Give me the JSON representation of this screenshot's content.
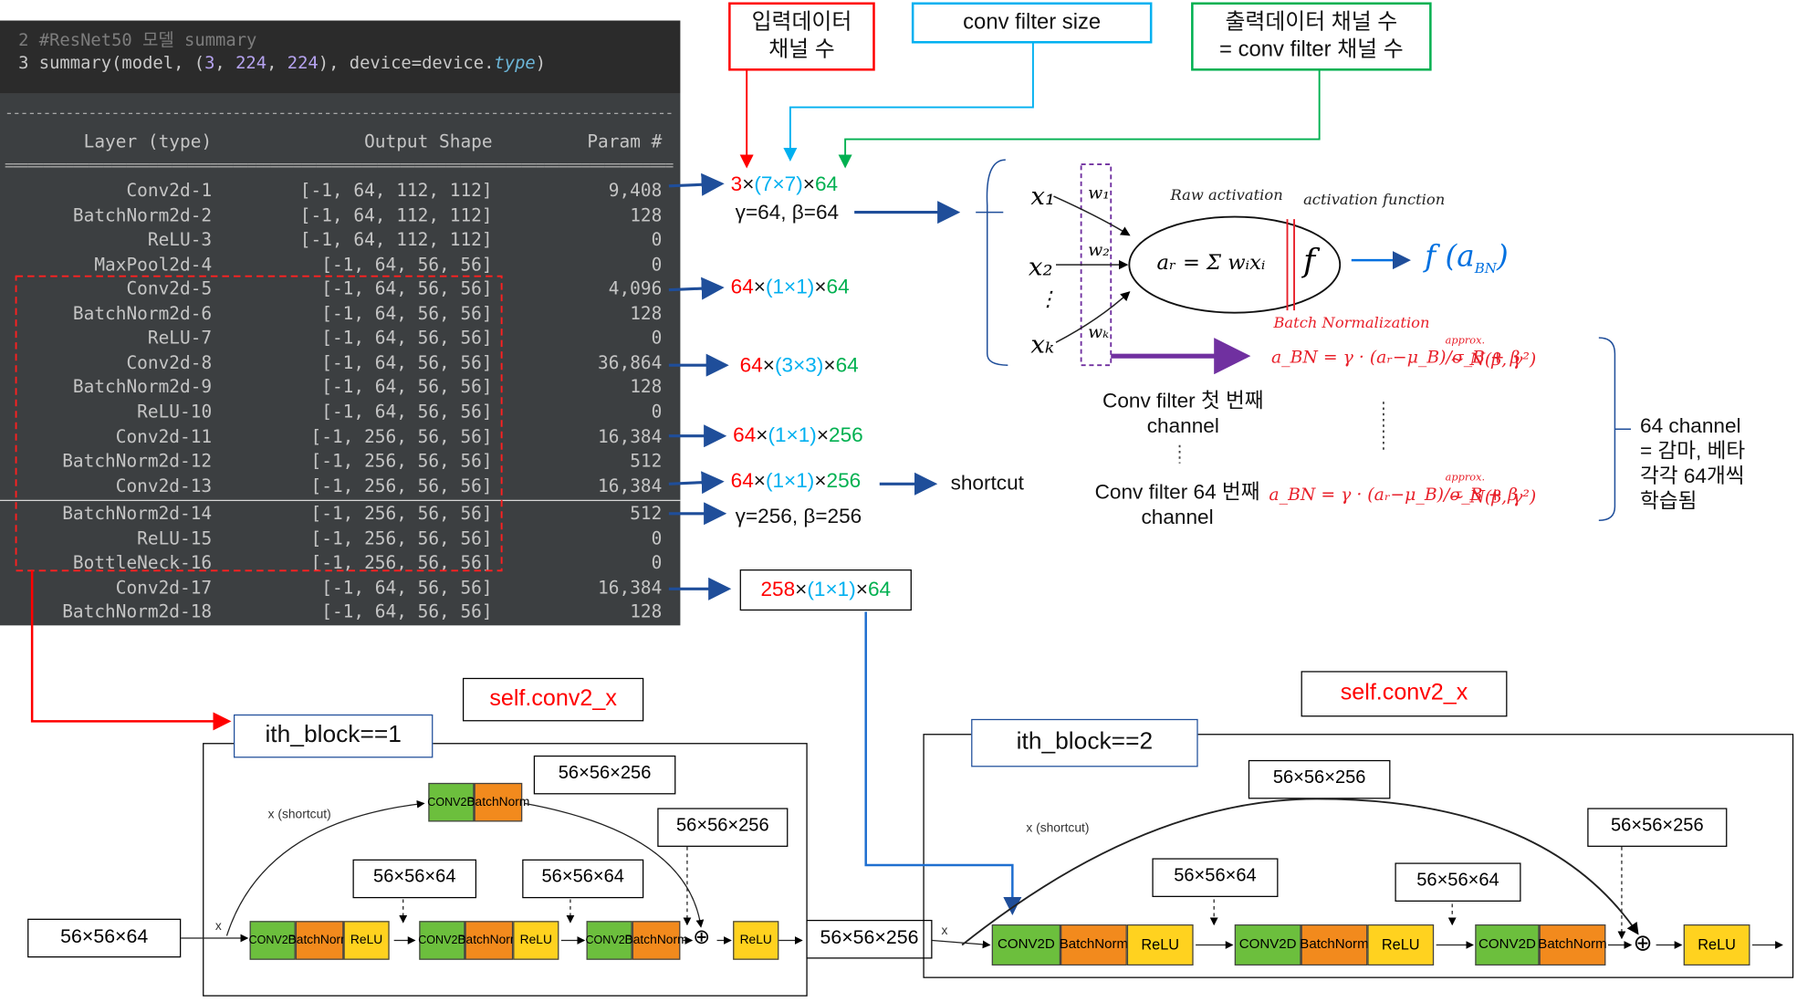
{
  "code": {
    "line1": "2 #ResNet50 모델 summary",
    "line2_prefix": "3 summary(model, (",
    "line2_n1": "3",
    "line2_sep1": ", ",
    "line2_n2": "224",
    "line2_sep2": ", ",
    "line2_n3": "224",
    "line2_mid": "), device=device.",
    "line2_attr": "type",
    "line2_end": ")"
  },
  "table": {
    "header": {
      "layer": "Layer (type)",
      "shape": "Output Shape",
      "param": "Param #"
    },
    "rows": [
      {
        "layer": "Conv2d-1",
        "shape": "[-1, 64, 112, 112]",
        "param": "9,408"
      },
      {
        "layer": "BatchNorm2d-2",
        "shape": "[-1, 64, 112, 112]",
        "param": "128"
      },
      {
        "layer": "ReLU-3",
        "shape": "[-1, 64, 112, 112]",
        "param": "0"
      },
      {
        "layer": "MaxPool2d-4",
        "shape": "[-1, 64, 56, 56]",
        "param": "0"
      },
      {
        "layer": "Conv2d-5",
        "shape": "[-1, 64, 56, 56]",
        "param": "4,096"
      },
      {
        "layer": "BatchNorm2d-6",
        "shape": "[-1, 64, 56, 56]",
        "param": "128"
      },
      {
        "layer": "ReLU-7",
        "shape": "[-1, 64, 56, 56]",
        "param": "0"
      },
      {
        "layer": "Conv2d-8",
        "shape": "[-1, 64, 56, 56]",
        "param": "36,864"
      },
      {
        "layer": "BatchNorm2d-9",
        "shape": "[-1, 64, 56, 56]",
        "param": "128"
      },
      {
        "layer": "ReLU-10",
        "shape": "[-1, 64, 56, 56]",
        "param": "0"
      },
      {
        "layer": "Conv2d-11",
        "shape": "[-1, 256, 56, 56]",
        "param": "16,384"
      },
      {
        "layer": "BatchNorm2d-12",
        "shape": "[-1, 256, 56, 56]",
        "param": "512"
      },
      {
        "layer": "Conv2d-13",
        "shape": "[-1, 256, 56, 56]",
        "param": "16,384"
      },
      {
        "layer": "BatchNorm2d-14",
        "shape": "[-1, 256, 56, 56]",
        "param": "512"
      },
      {
        "layer": "ReLU-15",
        "shape": "[-1, 256, 56, 56]",
        "param": "0"
      },
      {
        "layer": "BottleNeck-16",
        "shape": "[-1, 256, 56, 56]",
        "param": "0"
      },
      {
        "layer": "Conv2d-17",
        "shape": "[-1, 64, 56, 56]",
        "param": "16,384"
      },
      {
        "layer": "BatchNorm2d-18",
        "shape": "[-1, 64, 56, 56]",
        "param": "128"
      }
    ]
  },
  "callouts": {
    "input_channels": "입력데이터\n채널 수",
    "filter_size": "conv filter size",
    "output_channels": "출력데이터 채널 수\n= conv filter 채널 수"
  },
  "annotations": {
    "a1": {
      "in": "3",
      "k": "(7×7)",
      "out": "64"
    },
    "bn1": "γ=64, β=64",
    "a5": {
      "in": "64",
      "k": "(1×1)",
      "out": "64"
    },
    "a8": {
      "in": "64",
      "k": "(3×3)",
      "out": "64"
    },
    "a11": {
      "in": "64",
      "k": "(1×1)",
      "out": "256"
    },
    "a13": {
      "in": "64",
      "k": "(1×1)",
      "out": "256"
    },
    "shortcut": "shortcut",
    "bn14": "γ=256, β=256",
    "a17": {
      "in": "258",
      "k": "(1×1)",
      "out": "64"
    },
    "times": "×"
  },
  "neuron": {
    "x1": "x₁",
    "x2": "x₂",
    "vdots": "⋮",
    "xk": "xₖ",
    "w1": "w₁",
    "w2": "w₂",
    "wk": "wₖ",
    "raw_activation": "Raw activation",
    "activation_function": "activation function",
    "sum": "aᵣ = Σ wᵢxᵢ",
    "f": "f",
    "output": "f (a",
    "output_sub": "BN",
    "output_close": ")",
    "batch_norm": "Batch Normalization",
    "bn_formula": "a_BN = γ · (aᵣ−μ_B)/σ_B + β",
    "approx": "approx.",
    "dist": "~ N(β, γ²)",
    "filter_first": "Conv filter 첫 번째\nchannel",
    "filter_64": "Conv filter 64 번째\nchannel",
    "channel_note": "64 channel\n= 감마, 베타\n각각 64개씩\n학습됨"
  },
  "block1": {
    "title": "self.conv2_x",
    "ith": "ith_block==1",
    "input_dim": "56×56×64",
    "shortcut_label": "x (shortcut)",
    "x": "x",
    "dims": [
      "56×56×256",
      "56×56×256",
      "56×56×64",
      "56×56×64"
    ],
    "output_dim": "56×56×256"
  },
  "block2": {
    "title": "self.conv2_x",
    "ith": "ith_block==2",
    "shortcut_label": "x (shortcut)",
    "x": "x",
    "dims": [
      "56×56×256",
      "56×56×256",
      "56×56×64",
      "56×56×64"
    ]
  },
  "blocks": {
    "conv": "CONV2D",
    "bn1": "Batch",
    "bn2": "Norm",
    "relu": "ReLU",
    "plus": "⊕"
  },
  "colors": {
    "red": "#ff0000",
    "blue": "#00b0f0",
    "green": "#00b050",
    "navy": "#1f4e9a",
    "purple": "#7030a0",
    "conv": "#6cbf3d",
    "bn": "#f28a1d",
    "relu": "#ffd21f"
  }
}
